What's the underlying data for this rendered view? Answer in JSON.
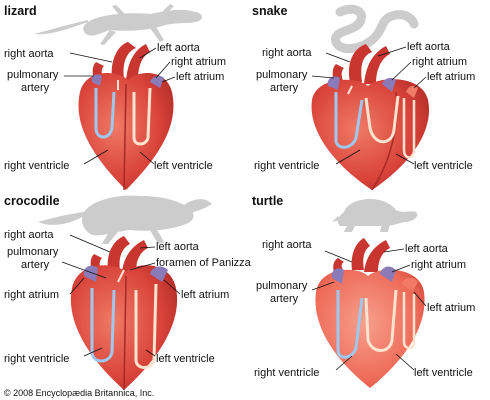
{
  "panels": {
    "lizard": {
      "title": "lizard",
      "labels": {
        "right_aorta": "right aorta",
        "left_aorta": "left aorta",
        "right_atrium": "right atrium",
        "left_atrium": "left atrium",
        "pulmonary_artery_1": "pulmonary",
        "pulmonary_artery_2": "artery",
        "right_ventricle": "right ventricle",
        "left_ventricle": "left ventricle"
      }
    },
    "snake": {
      "title": "snake",
      "labels": {
        "right_aorta": "right aorta",
        "left_aorta": "left aorta",
        "right_atrium": "right atrium",
        "left_atrium": "left atrium",
        "pulmonary_artery_1": "pulmonary",
        "pulmonary_artery_2": "artery",
        "right_ventricle": "right ventricle",
        "left_ventricle": "left ventricle"
      }
    },
    "crocodile": {
      "title": "crocodile",
      "labels": {
        "right_aorta": "right aorta",
        "left_aorta": "left aorta",
        "pulmonary_artery_1": "pulmonary",
        "pulmonary_artery_2": "artery",
        "foramen": "foramen of Panizza",
        "right_atrium": "right atrium",
        "left_atrium": "left atrium",
        "right_ventricle": "right ventricle",
        "left_ventricle": "left ventricle"
      }
    },
    "turtle": {
      "title": "turtle",
      "labels": {
        "right_aorta": "right aorta",
        "left_aorta": "left aorta",
        "right_atrium": "right atrium",
        "pulmonary_artery_1": "pulmonary",
        "pulmonary_artery_2": "artery",
        "left_atrium": "left atrium",
        "right_ventricle": "right ventricle",
        "left_ventricle": "left ventricle"
      }
    }
  },
  "copyright": "© 2008 Encyclopædia Britannica, Inc.",
  "colors": {
    "heart": "#d9433a",
    "heart_light": "#f07a66",
    "vessel": "#c8362f",
    "atrium_purple": "#8a7ab8",
    "deoxygenated_blue": "#9fc8f0",
    "oxygenated_cream": "#fbe3cf",
    "silhouette": "#cccccc"
  }
}
